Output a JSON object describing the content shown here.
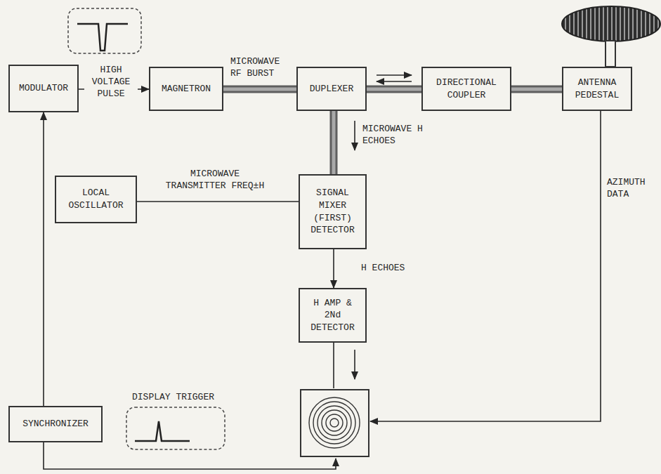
{
  "diagram": {
    "nodes": [
      {
        "text": [
          "MODULATOR"
        ]
      },
      {
        "text": [
          "MAGNETRON"
        ]
      },
      {
        "text": [
          "DUPLEXER"
        ]
      },
      {
        "text": [
          "DIRECTIONAL COUPLER"
        ]
      },
      {
        "text": [
          "ANTENNA PEDESTAL"
        ]
      },
      {
        "text": [
          "LOCAL OSCILLATOR"
        ]
      },
      {
        "text": [
          "SIGNAL MIXER (FIRST) DETECTOR"
        ]
      },
      {
        "text": [
          "H AMP & 2Nd DETECTOR"
        ]
      },
      {
        "text": [
          "SYNCHRONIZER"
        ]
      }
    ],
    "edges": [
      {
        "from": 0,
        "to": 1,
        "label": "HIGH VOLTAGE PULSE",
        "arrow": "to"
      },
      {
        "from": 1,
        "to": 2,
        "label": "MICROWAVE RF BURST",
        "arrow": "none"
      },
      {
        "from": 2,
        "to": 3,
        "arrow": "both"
      },
      {
        "from": 3,
        "to": 4,
        "arrow": "none"
      },
      {
        "from": 2,
        "to": 6,
        "label": "MICROWAVE H ECHOES",
        "arrow": "to"
      },
      {
        "from": 5,
        "to": 6,
        "label": "MICROWAVE TRANSMITTER FREQ±H",
        "arrow": "none"
      },
      {
        "from": 6,
        "to": 7,
        "label": "H ECHOES",
        "arrow": "to"
      },
      {
        "from": 8,
        "to": 0,
        "arrow": "to"
      }
    ],
    "labels": [
      "DISPLAY TRIGGER",
      "AZIMUTH DATA"
    ]
  }
}
